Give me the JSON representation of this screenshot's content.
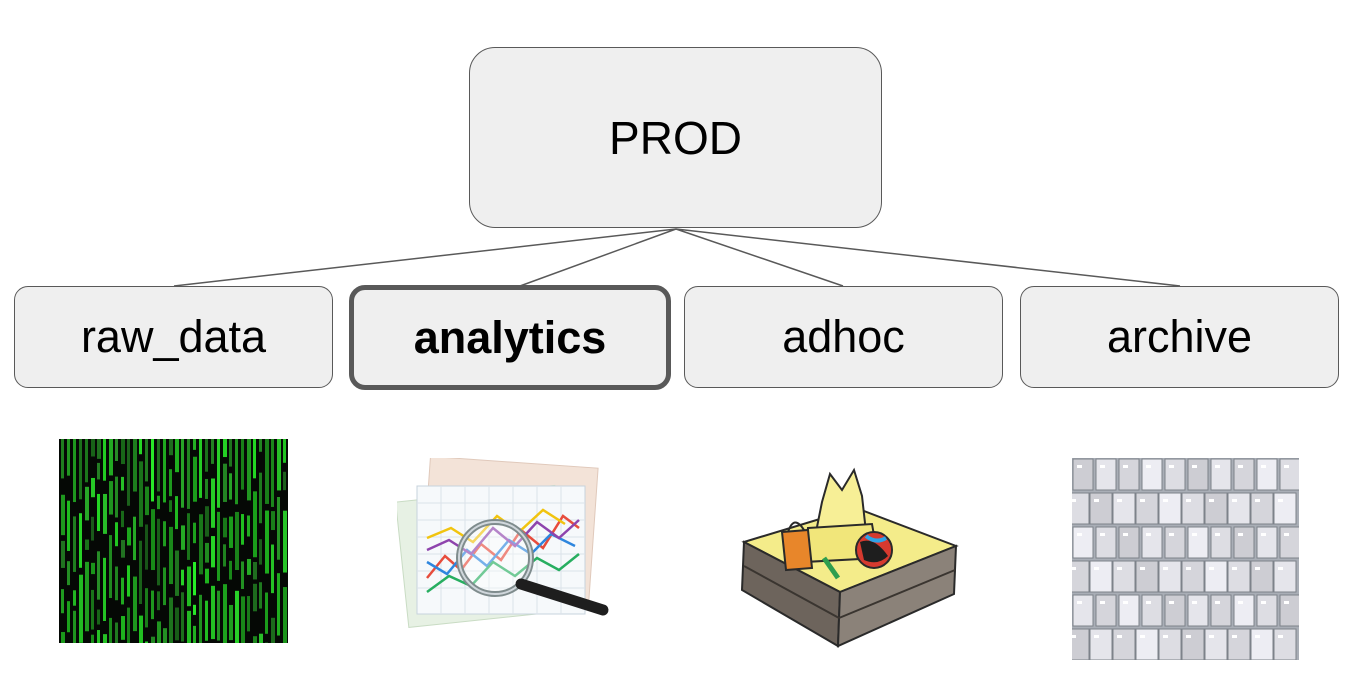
{
  "root": {
    "label": "PROD"
  },
  "children": [
    {
      "label": "raw_data",
      "image": "matrix-code-image",
      "selected": false
    },
    {
      "label": "analytics",
      "image": "charts-magnifier-image",
      "selected": true
    },
    {
      "label": "adhoc",
      "image": "sandbox-image",
      "selected": false
    },
    {
      "label": "archive",
      "image": "filing-drawers-image",
      "selected": false
    }
  ],
  "colors": {
    "box_fill": "#efefef",
    "box_border": "#595959",
    "connector": "#595959"
  }
}
